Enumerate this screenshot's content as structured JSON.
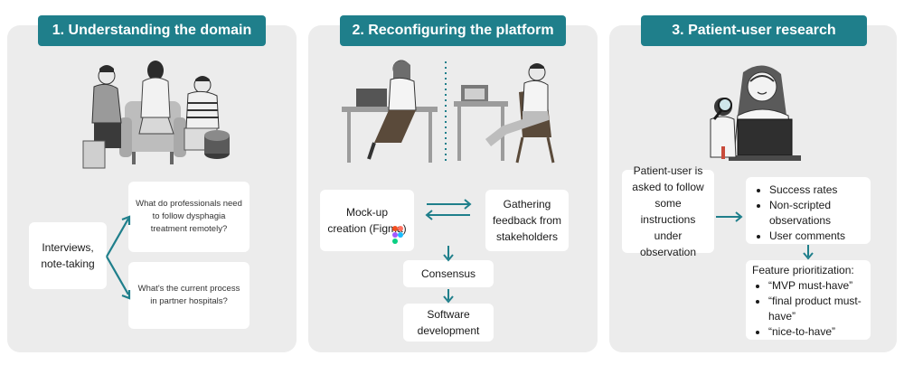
{
  "colors": {
    "teal": "#1f7f8b",
    "panel": "#ececec",
    "box": "#ffffff"
  },
  "sections": [
    {
      "title": "1.  Understanding the domain"
    },
    {
      "title": "2. Reconfiguring the platform"
    },
    {
      "title": "3. Patient-user research"
    }
  ],
  "s1": {
    "main": "Interviews, note-taking",
    "q1": "What do professionals need to follow dysphagia treatment remotely?",
    "q2": "What's the current process in partner hospitals?"
  },
  "s2": {
    "mockup": "Mock-up creation (Figma)",
    "feedback": "Gathering feedback from stakeholders",
    "consensus": "Consensus",
    "software": "Software development",
    "figma_icon": "figma-logo"
  },
  "s3": {
    "observe": "Patient-user is asked to follow some instructions under observation",
    "metrics": [
      "Success rates",
      "Non-scripted observations",
      "User comments"
    ],
    "prio_title": "Feature prioritization:",
    "prio": [
      "“MVP must-have”",
      "“final product must-have”",
      "“nice-to-have”"
    ]
  }
}
